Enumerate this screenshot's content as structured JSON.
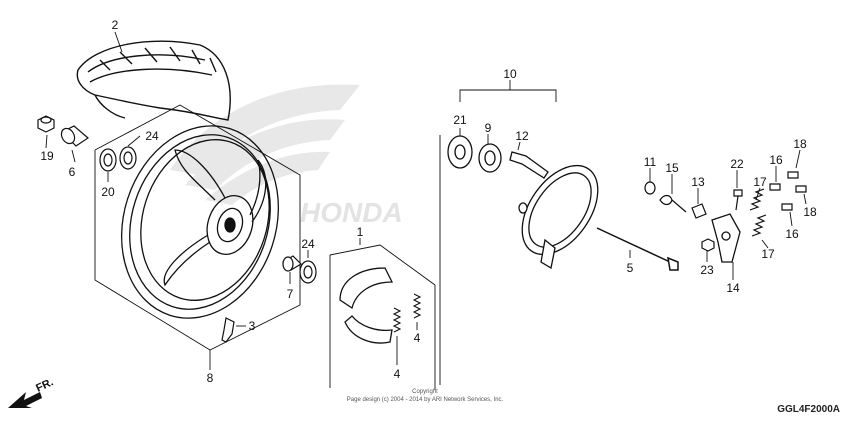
{
  "title": "",
  "callouts": [
    {
      "id": "c1",
      "text": "1"
    },
    {
      "id": "c2",
      "text": "2"
    },
    {
      "id": "c3",
      "text": "3"
    },
    {
      "id": "c4a",
      "text": "4"
    },
    {
      "id": "c4b",
      "text": "4"
    },
    {
      "id": "c5",
      "text": "5"
    },
    {
      "id": "c6",
      "text": "6"
    },
    {
      "id": "c7",
      "text": "7"
    },
    {
      "id": "c8",
      "text": "8"
    },
    {
      "id": "c9",
      "text": "9"
    },
    {
      "id": "c10",
      "text": "10"
    },
    {
      "id": "c11",
      "text": "11"
    },
    {
      "id": "c12",
      "text": "12"
    },
    {
      "id": "c13",
      "text": "13"
    },
    {
      "id": "c14",
      "text": "14"
    },
    {
      "id": "c15",
      "text": "15"
    },
    {
      "id": "c16a",
      "text": "16"
    },
    {
      "id": "c16b",
      "text": "16"
    },
    {
      "id": "c17a",
      "text": "17"
    },
    {
      "id": "c17b",
      "text": "17"
    },
    {
      "id": "c18a",
      "text": "18"
    },
    {
      "id": "c18b",
      "text": "18"
    },
    {
      "id": "c19",
      "text": "19"
    },
    {
      "id": "c20",
      "text": "20"
    },
    {
      "id": "c21",
      "text": "21"
    },
    {
      "id": "c22",
      "text": "22"
    },
    {
      "id": "c23",
      "text": "23"
    },
    {
      "id": "c24a",
      "text": "24"
    },
    {
      "id": "c24b",
      "text": "24"
    }
  ],
  "copyright_line1": "Copyright",
  "copyright_line2": "Page design (c) 2004 - 2014 by ARI Network Services, Inc.",
  "diagram_code": "GGL4F2000A",
  "direction_label": "FR.",
  "icons": {
    "direction": "fr-arrow-icon",
    "watermark": "honda-wing-logo"
  }
}
